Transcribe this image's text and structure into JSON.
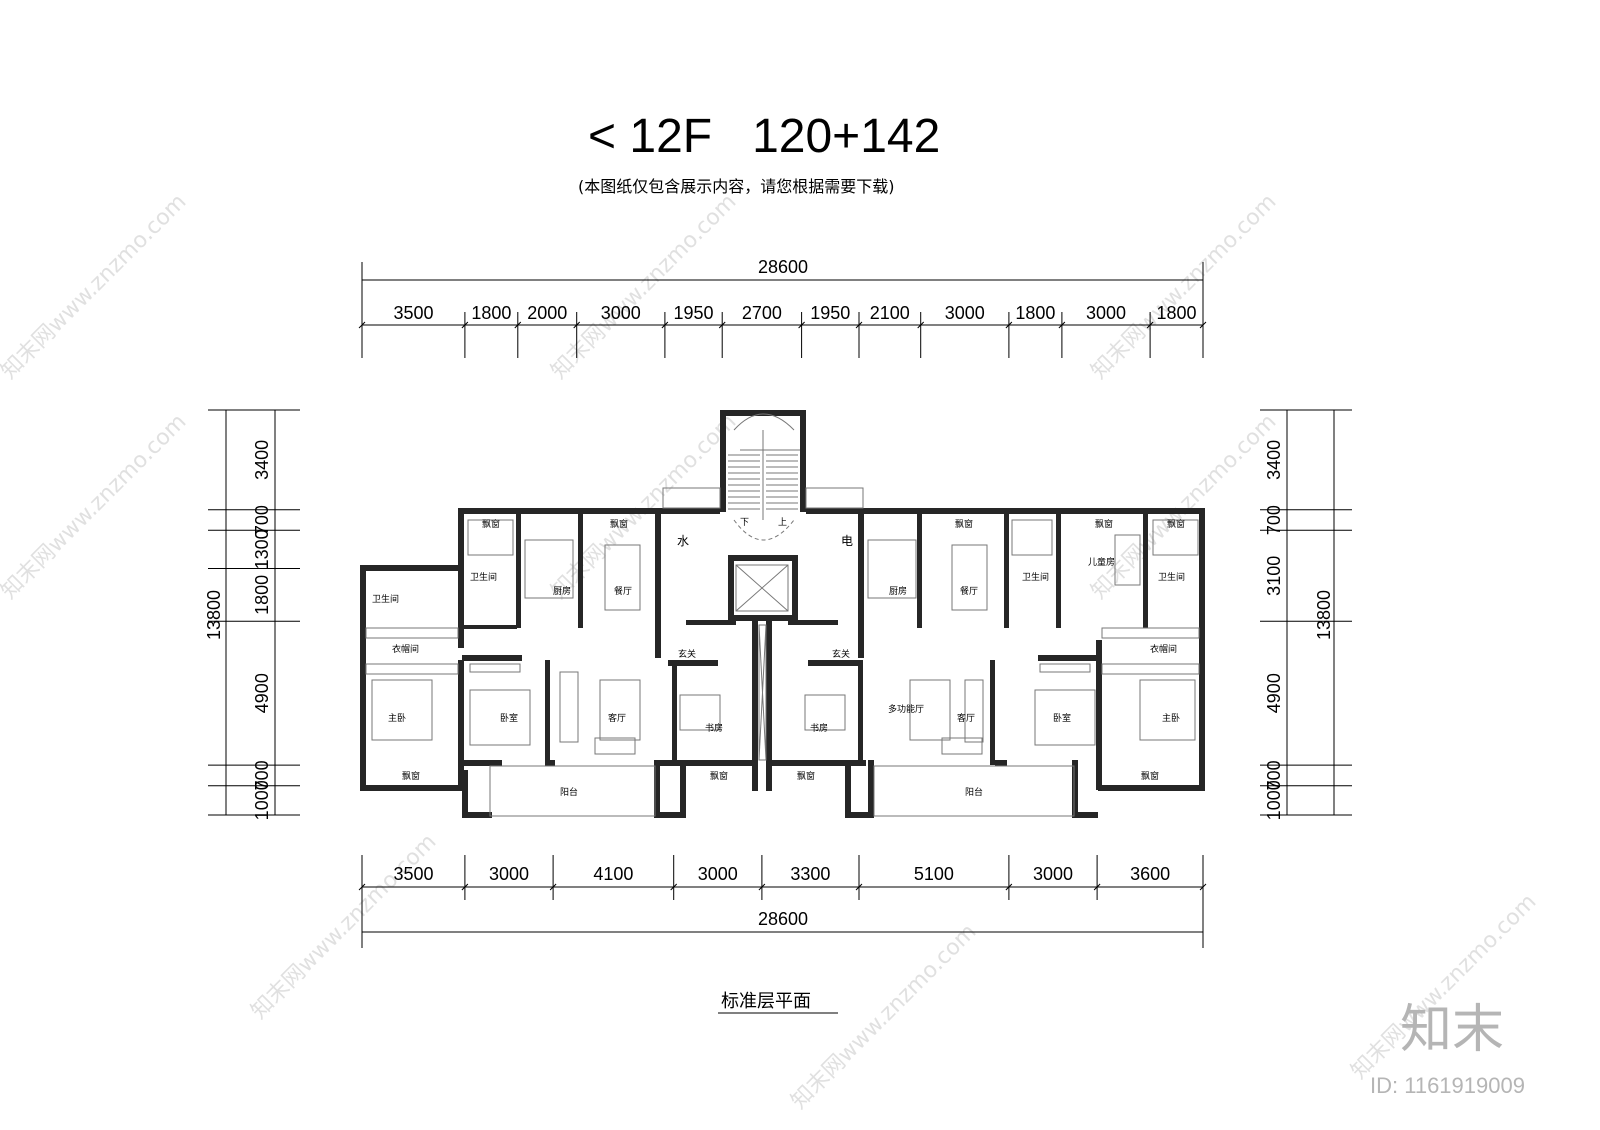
{
  "title": "< 12F   120+142",
  "subtitle": "(本图纸仅包含展示内容，请您根据需要下载)",
  "caption": "标准层平面",
  "logo_text": "知末",
  "id_text": "ID: 1161919009",
  "watermark_text": "知末网www.znzmo.com",
  "dimensions": {
    "top_total": "28600",
    "top": [
      "3500",
      "1800",
      "2000",
      "3000",
      "1950",
      "2700",
      "1950",
      "2100",
      "3000",
      "1800",
      "3000",
      "1800"
    ],
    "bottom": [
      "3500",
      "3000",
      "4100",
      "3000",
      "3300",
      "5100",
      "3000",
      "3600"
    ],
    "bottom_total": "28600",
    "left": [
      "3400",
      "700",
      "1300",
      "1800",
      "4900",
      "700",
      "1000"
    ],
    "left_total": "13800",
    "right": [
      "3400",
      "700",
      "3100",
      "4900",
      "700",
      "1000"
    ],
    "right_total": "13800"
  },
  "rooms": {
    "bay_window": "飘窗",
    "bathroom": "卫生间",
    "kitchen": "厨房",
    "dining": "餐厅",
    "water": "水",
    "electric": "电",
    "down": "下",
    "up": "上",
    "walk_in_closet": "衣帽间",
    "foyer": "玄关",
    "master_bedroom": "主卧",
    "bedroom": "卧室",
    "living_room": "客厅",
    "study": "书房",
    "balcony": "阳台",
    "kids_room": "儿童房",
    "multi_hall": "多功能厅"
  }
}
